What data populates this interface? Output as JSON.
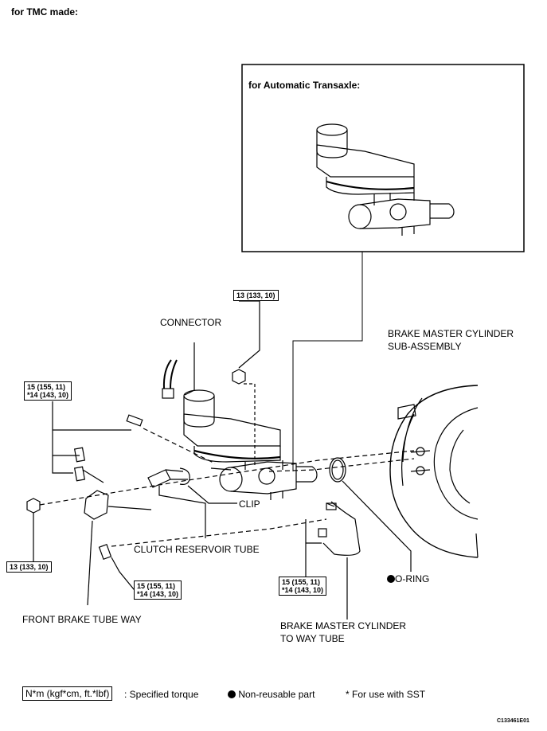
{
  "header": {
    "variant": "for TMC made:"
  },
  "inset": {
    "title": "for Automatic Transaxle:"
  },
  "labels": {
    "connector": "CONNECTOR",
    "master_cylinder_l1": "BRAKE MASTER CYLINDER",
    "master_cylinder_l2": "SUB-ASSEMBLY",
    "clip": "CLIP",
    "clutch_tube": "CLUTCH RESERVOIR TUBE",
    "o_ring": "O-RING",
    "front_tube_way": "FRONT BRAKE TUBE WAY",
    "way_tube_l1": "BRAKE MASTER CYLINDER",
    "way_tube_l2": "TO WAY TUBE"
  },
  "torques": {
    "nut_top": "13 (133, 10)",
    "nut_left": "13 (133, 10)",
    "tubes_left_l1": "15 (155, 11)",
    "tubes_left_l2": "*14 (143, 10)",
    "tubes_lower_l1": "15 (155, 11)",
    "tubes_lower_l2": "*14 (143, 10)",
    "tubes_right_l1": "15 (155, 11)",
    "tubes_right_l2": "*14 (143, 10)"
  },
  "legend": {
    "unit_box": "N*m (kgf*cm, ft.*lbf)",
    "torque_text": ": Specified torque",
    "nonreusable": "Non-reusable part",
    "sst": "* For use with SST"
  },
  "figure_code": "C133461E01",
  "icons": {
    "non_reusable": "filled-circle-icon"
  }
}
